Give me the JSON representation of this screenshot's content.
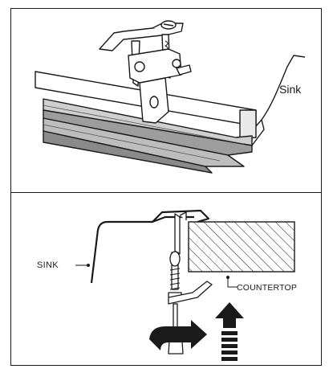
{
  "top_panel": {
    "sink_label": "Sink"
  },
  "bottom_panel": {
    "sink_label": "SINK",
    "countertop_label": "COUNTERTOP"
  },
  "icons": [
    "turn-arrow-icon",
    "push-up-arrow-icon",
    "screw-icon",
    "clip-icon"
  ]
}
